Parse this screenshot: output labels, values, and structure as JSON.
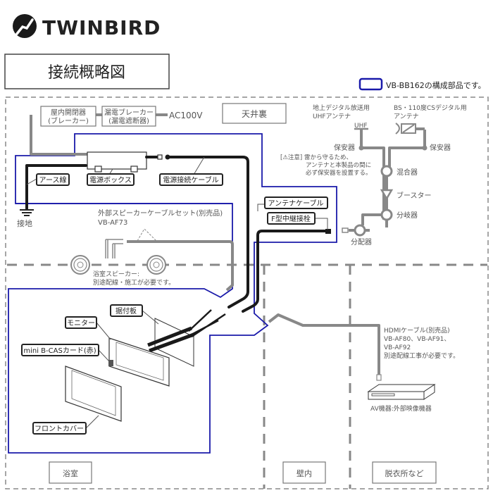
{
  "brand": {
    "name": "TWINBIRD",
    "logo_icon": "twinbird-logo-icon"
  },
  "title": "接続概略図",
  "legend": {
    "text": "VB-BB162の構成部品です。",
    "swatch_color": "#1a1aaa"
  },
  "colors": {
    "outline_blue": "#1a1aaa",
    "cable_gray": "#888888",
    "cable_black": "#1a1a1a"
  },
  "zones": {
    "ceiling": "天井裏",
    "bathroom": "浴室",
    "wall": "壁内",
    "dressing": "脱衣所など"
  },
  "power": {
    "indoor_switch": [
      "屋内開閉器",
      "(ブレーカー)"
    ],
    "leak_breaker": [
      "漏電ブレーカー",
      "(漏電遮断器)"
    ],
    "ac": "AC100V",
    "earth_wire": "アース線",
    "power_box": "電源ボックス",
    "power_cable": "電源接続ケーブル",
    "ground": "接地"
  },
  "antenna": {
    "uhf_title": [
      "地上デジタル放送用",
      "UHFアンテナ"
    ],
    "uhf_mark": "UHF",
    "bs_title": [
      "BS・110度CSデジタル用",
      "アンテナ"
    ],
    "protector_left": "保安器",
    "protector_right": "保安器",
    "caution": [
      "[⚠注意] 雷から守るため、",
      "アンテナと本製品の間に",
      "必ず保安器を設置する。"
    ],
    "mixer": "混合器",
    "booster": "ブースター",
    "splitter": "分岐器",
    "distributor": "分配器",
    "antenna_cable": "アンテナケーブル",
    "f_connector": "F型中継接栓"
  },
  "speaker": {
    "set_title": [
      "外部スピーカーケーブルセット(別売品)",
      "VB-AF73"
    ],
    "note": [
      "浴室スピーカー:",
      "別途配線・施工が必要です。"
    ]
  },
  "monitor": {
    "mount_plate": "据付板",
    "monitor": "モニター",
    "bcas": "mini B-CASカード(赤)",
    "front_cover": "フロントカバー"
  },
  "hdmi": {
    "text": [
      "HDMIケーブル(別売品)",
      "VB-AF80、VB-AF91、",
      "VB-AF92",
      "別途配線工事が必要です。"
    ],
    "av_device": "AV機器:外部映像機器"
  }
}
